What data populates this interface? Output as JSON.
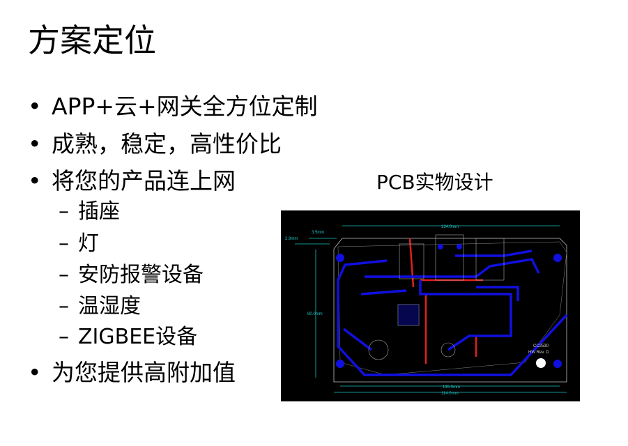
{
  "title": "方案定位",
  "bullets": [
    {
      "marker": "•",
      "text": "APP+云+网关全方位定制"
    },
    {
      "marker": "•",
      "text": "成熟，稳定，高性价比"
    },
    {
      "marker": "•",
      "text": "将您的产品连上网"
    }
  ],
  "sub_items": [
    {
      "marker": "–",
      "text": "插座"
    },
    {
      "marker": "–",
      "text": "灯"
    },
    {
      "marker": "–",
      "text": "安防报警设备"
    },
    {
      "marker": "–",
      "text": "温湿度"
    },
    {
      "marker": "–",
      "text": "ZIGBEE设备"
    }
  ],
  "last_bullet": {
    "marker": "•",
    "text": "为您提供高附加值"
  },
  "pcb": {
    "caption": "PCB实物设计",
    "dims": {
      "top": "134.0mm",
      "bottom1": "135.0mm",
      "bottom2": "114.0mm",
      "left": "80.0mm",
      "small1": "2.9mm",
      "small2": "3.5mm"
    },
    "board_text": [
      "CC2530",
      "HW Rev. D"
    ],
    "colors": {
      "trace": "#1010e0",
      "red": "#e02020",
      "dim": "#20c0c0",
      "outline": "#c0c0c0"
    }
  }
}
